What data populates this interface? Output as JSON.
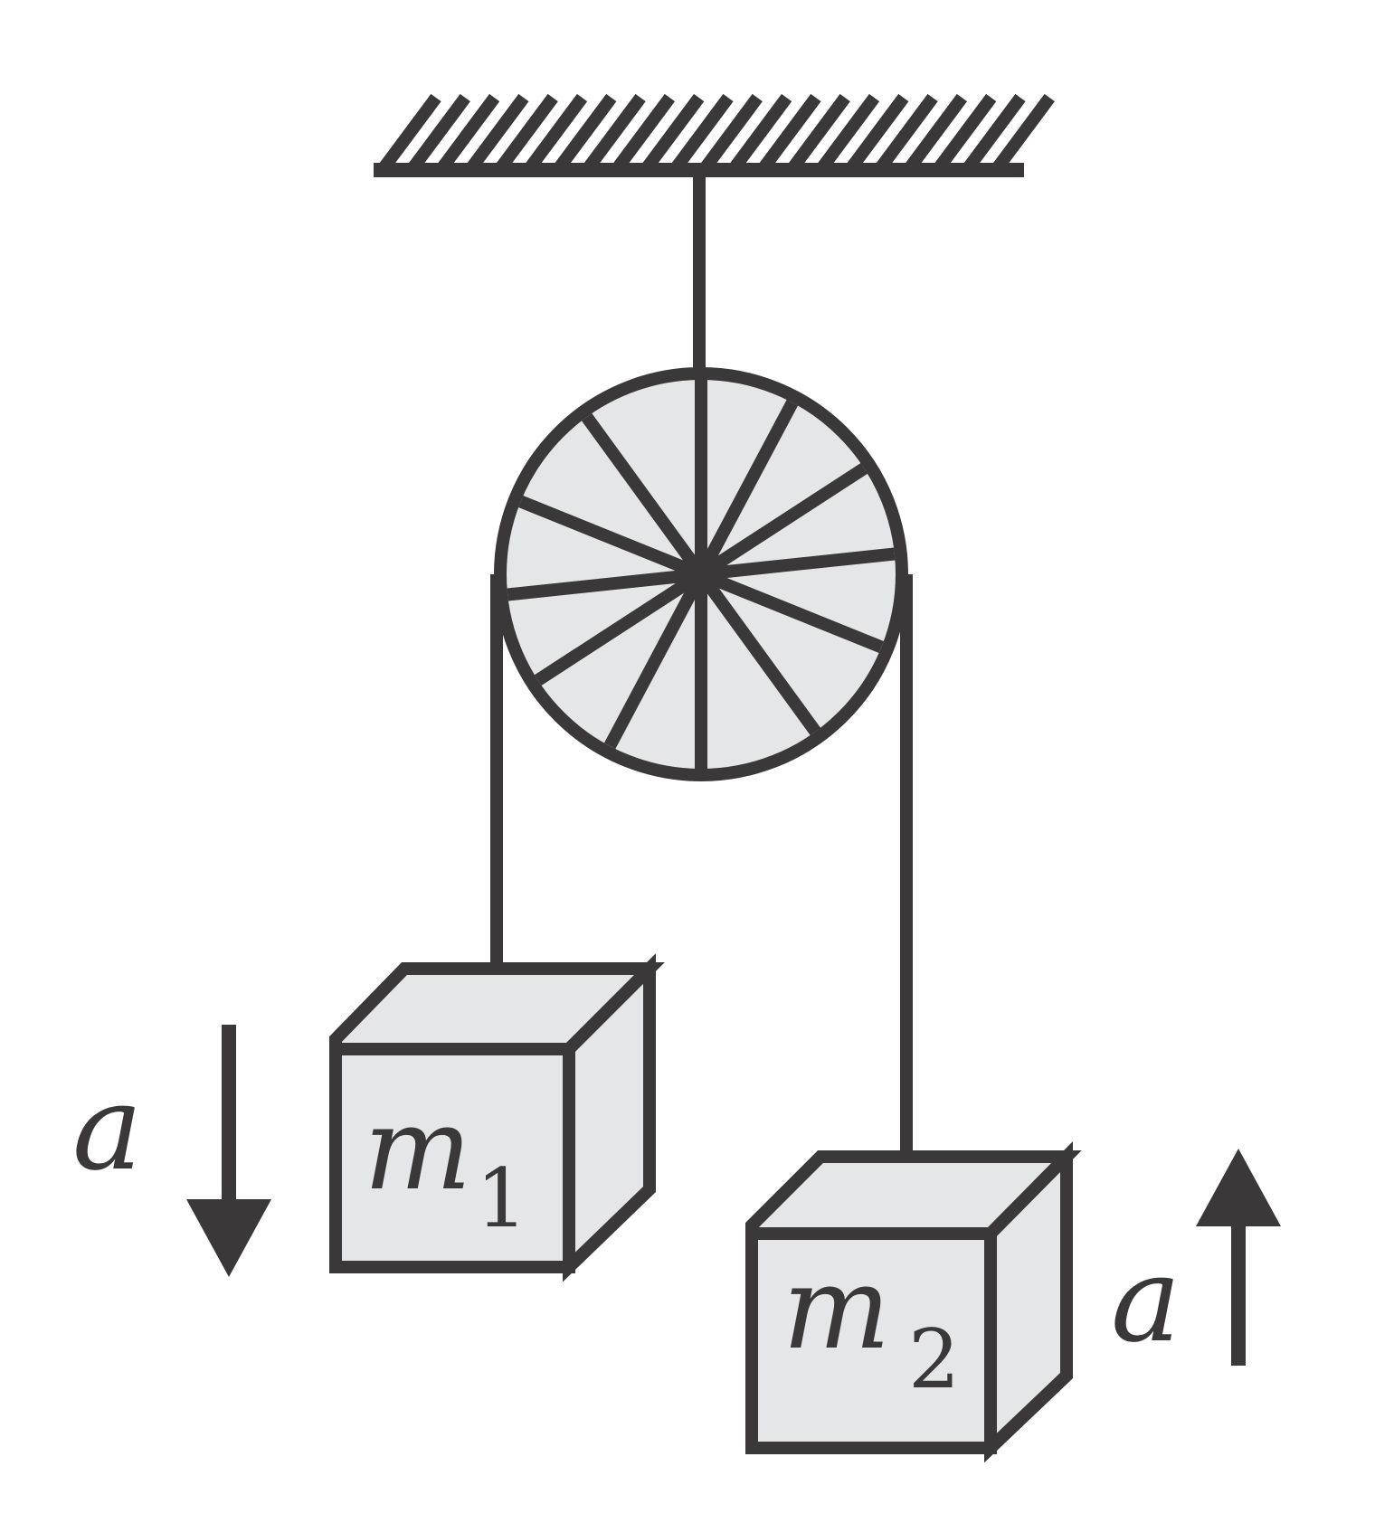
{
  "colors": {
    "stroke": "#3a3839",
    "fill": "#e5e6e7",
    "background": "#ffffff"
  },
  "labels": {
    "mass1_main": "m",
    "mass1_sub": "1",
    "mass2_main": "m",
    "mass2_sub": "2",
    "accel_left": "a",
    "accel_right": "a"
  }
}
